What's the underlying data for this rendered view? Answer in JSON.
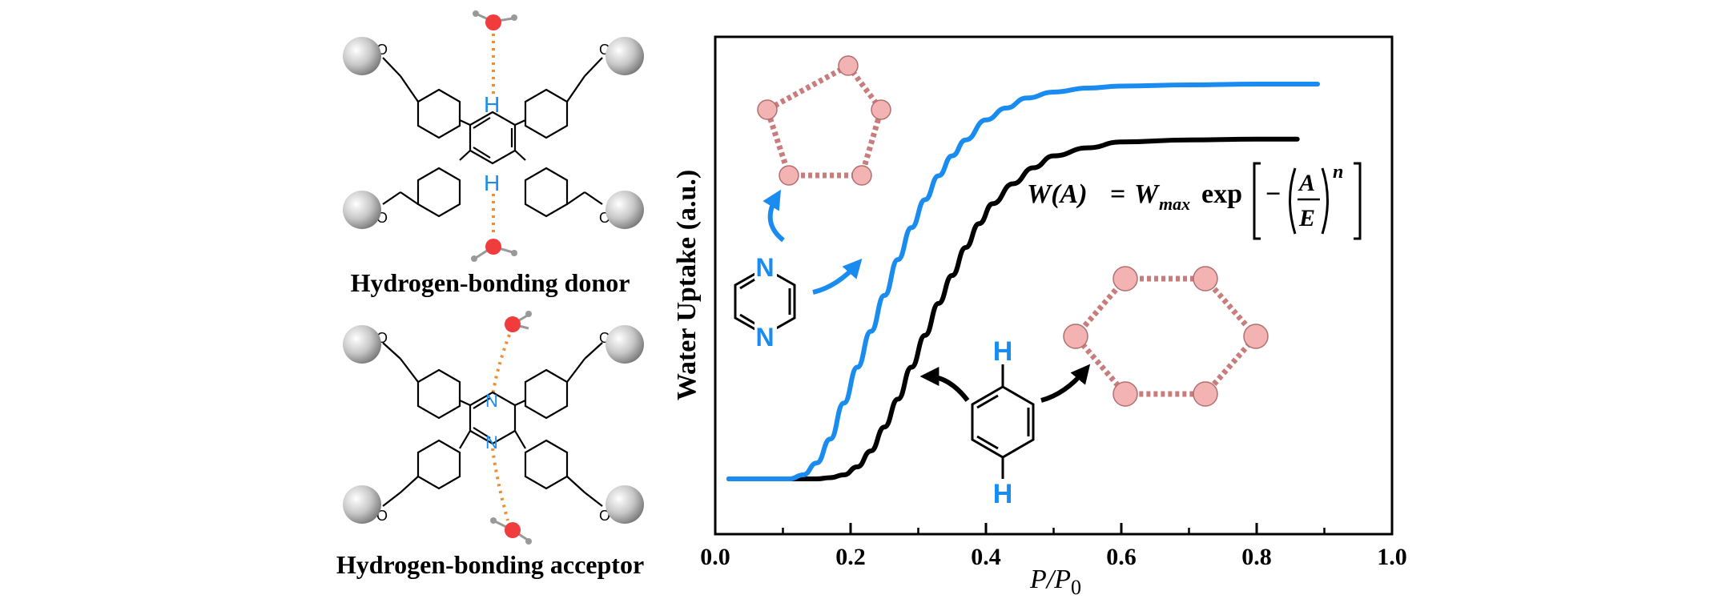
{
  "left_panel": {
    "donor_caption": "Hydrogen-bonding donor",
    "acceptor_caption": "Hydrogen-bonding acceptor",
    "donor_h_label": "H",
    "acceptor_n_label": "N",
    "carboxylate_o_label": "O"
  },
  "insets": {
    "pyrazine_n_label": "N",
    "benzene_h_label": "H",
    "equation": {
      "lhs": "W(A)",
      "equals": "=",
      "w": "W",
      "w_sub": "max",
      "exp": "exp",
      "minus": "−",
      "num": "A",
      "den": "E",
      "power": "n"
    }
  },
  "colors": {
    "donor_curve": "#1a8cf0",
    "acceptor_curve": "#000000",
    "water_oxygen": "#f03c3c",
    "water_bond": "#f08c32",
    "ring_node": "#f4b3b3",
    "ring_node_stroke": "#b07070",
    "n_label": "#1a8cf0"
  },
  "chart_data": {
    "type": "line",
    "xlabel_main": "P/P",
    "xlabel_sub": "0",
    "ylabel": "Water Uptake (a.u.)",
    "xlim": [
      0.0,
      1.0
    ],
    "ylim": [
      0,
      1.0
    ],
    "x_ticks": [
      "0.0",
      "0.2",
      "0.4",
      "0.6",
      "0.8",
      "1.0"
    ],
    "grid": false,
    "series": [
      {
        "color": "#1a8cf0",
        "x": [
          0.02,
          0.08,
          0.11,
          0.13,
          0.15,
          0.17,
          0.19,
          0.21,
          0.23,
          0.25,
          0.27,
          0.29,
          0.31,
          0.33,
          0.35,
          0.37,
          0.4,
          0.43,
          0.46,
          0.5,
          0.55,
          0.6,
          0.7,
          0.8,
          0.89
        ],
        "y": [
          0.0,
          0.0,
          0.0,
          0.01,
          0.04,
          0.1,
          0.19,
          0.28,
          0.37,
          0.46,
          0.55,
          0.63,
          0.7,
          0.76,
          0.81,
          0.85,
          0.9,
          0.93,
          0.955,
          0.97,
          0.98,
          0.985,
          0.988,
          0.99,
          0.99
        ]
      },
      {
        "color": "#000000",
        "x": [
          0.02,
          0.1,
          0.15,
          0.17,
          0.19,
          0.21,
          0.23,
          0.25,
          0.27,
          0.29,
          0.31,
          0.33,
          0.35,
          0.37,
          0.39,
          0.41,
          0.44,
          0.47,
          0.5,
          0.55,
          0.6,
          0.7,
          0.8,
          0.86
        ],
        "y": [
          0.0,
          0.0,
          0.0,
          0.003,
          0.01,
          0.03,
          0.07,
          0.13,
          0.2,
          0.28,
          0.36,
          0.44,
          0.51,
          0.58,
          0.64,
          0.69,
          0.74,
          0.78,
          0.81,
          0.83,
          0.845,
          0.85,
          0.852,
          0.852
        ]
      }
    ]
  }
}
